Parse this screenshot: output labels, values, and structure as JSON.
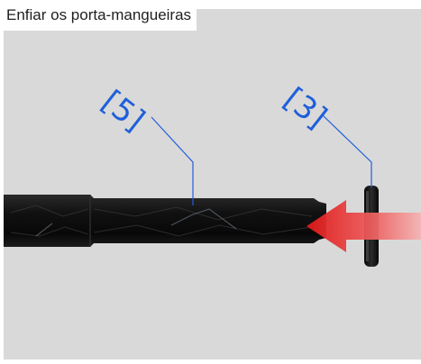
{
  "caption": "Enfiar os porta-mangueiras",
  "callouts": {
    "hose": "[5]",
    "holder": "[3]"
  },
  "colors": {
    "background": "#d9d9d9",
    "callout": "#1f5fd9",
    "arrow": "#e52020",
    "hose": "#101010"
  },
  "icons": {
    "direction_arrow": "arrow-left-icon"
  }
}
